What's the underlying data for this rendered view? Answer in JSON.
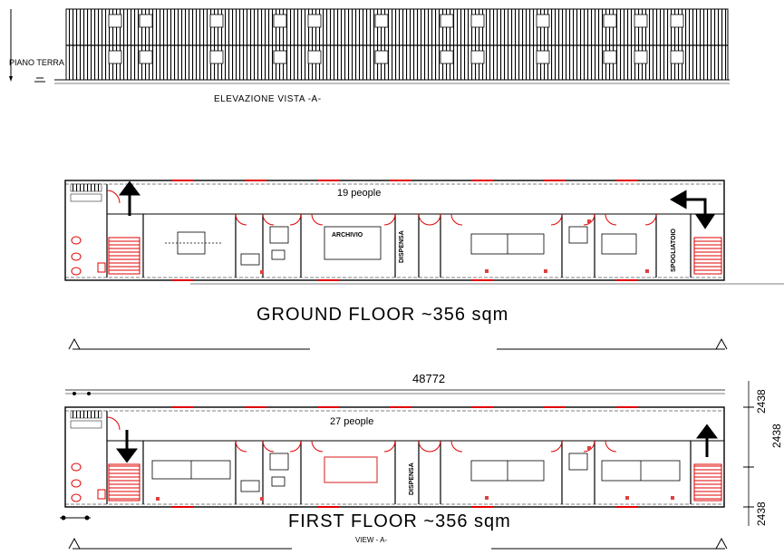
{
  "elevation": {
    "level_label": "PIANO TERRA",
    "title": "ELEVAZIONE VISTA -A-"
  },
  "ground_floor": {
    "title": "GROUND FLOOR ~356 sqm",
    "occupancy": "19 people",
    "rooms": {
      "archive": "ARCHIVIO",
      "pantry": "DISPENSA",
      "changing_room": "SPOGLIATOIO"
    }
  },
  "first_floor": {
    "title": "FIRST FLOOR ~356 sqm",
    "occupancy": "27 people",
    "rooms": {
      "pantry": "DISPENSA"
    },
    "view_label": "VIEW - A-"
  },
  "dimensions": {
    "overall_length": "48772",
    "module_width_top": "2438",
    "module_width_bottom": "2438",
    "module_width_side_partial": "2438"
  },
  "colors": {
    "line": "#000000",
    "accent_red": "#e00000",
    "accent_green": "#00a000",
    "furniture_red": "#e04040"
  }
}
